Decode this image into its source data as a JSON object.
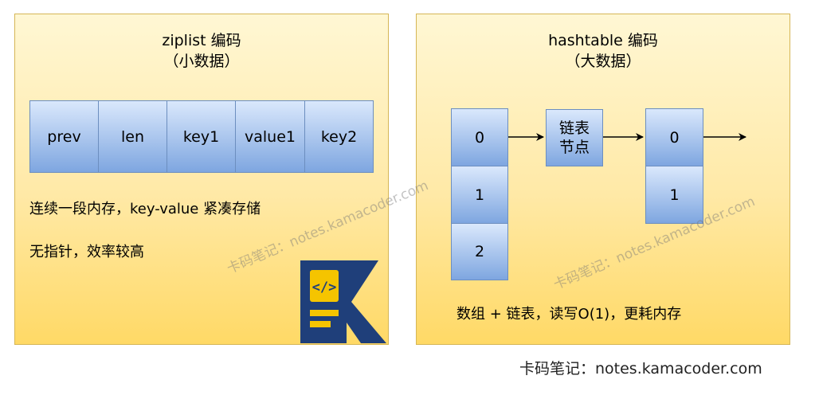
{
  "left_panel": {
    "title_line1": "ziplist 编码",
    "title_line2": "（小数据）",
    "cells": [
      "prev",
      "len",
      "key1",
      "value1",
      "key2"
    ],
    "desc1": "连续一段内存，key-value 紧凑存储",
    "desc2": "无指针，效率较高"
  },
  "right_panel": {
    "title_line1": "hashtable 编码",
    "title_line2": "（大数据）",
    "array_cells": [
      "0",
      "1",
      "2"
    ],
    "node_line1": "链表",
    "node_line2": "节点",
    "chain_cells": [
      "0",
      "1"
    ],
    "desc": "数组 + 链表，读写O(1)，更耗内存"
  },
  "watermark": "卡码笔记：notes.kamacoder.com",
  "footer": "卡码笔记：notes.kamacoder.com",
  "colors": {
    "panel_fill_top": "#fff7d4",
    "panel_fill_bottom": "#ffd966",
    "panel_border": "#d6b656",
    "cell_fill_top": "#dae8fc",
    "cell_fill_bottom": "#7ea6e0",
    "cell_border": "#6c8ebf",
    "logo_blue": "#1f3f7a",
    "logo_yellow": "#f5c400"
  }
}
